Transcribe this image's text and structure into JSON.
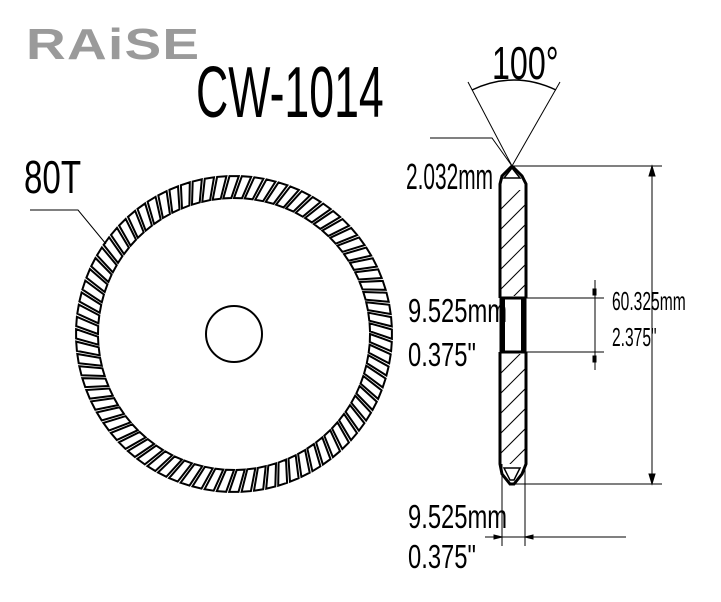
{
  "brand": {
    "logo_text": "RAiSE",
    "logo_color": "#9a9a9a"
  },
  "title": "CW-1014",
  "teeth_label": "80T",
  "dimensions": {
    "angle": "100°",
    "tip_width": "2.032mm",
    "bore_mm": "9.525mm",
    "bore_in": "0.375\"",
    "hub_length_mm": "60.325mm",
    "hub_length_in": "2.375\"",
    "thickness_mm": "9.525mm",
    "thickness_in": "0.375\""
  },
  "diagram_data": {
    "type": "technical-drawing",
    "subject": "circular cutter blade",
    "views": [
      "front view (toothed disc)",
      "side section view"
    ],
    "teeth_count": 80
  }
}
